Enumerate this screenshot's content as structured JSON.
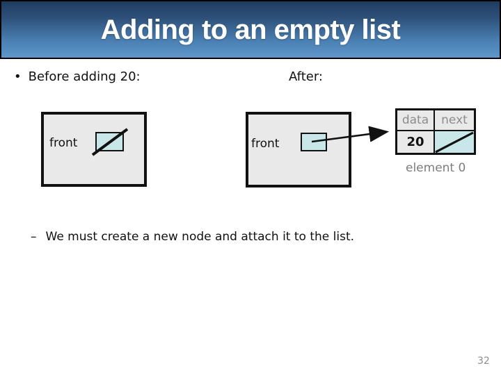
{
  "slide": {
    "title": "Adding to an empty list",
    "page_number": "32"
  },
  "content": {
    "bullet_glyph": "•",
    "before_label": "Before adding 20:",
    "after_label": "After:",
    "dash_glyph": "–",
    "sub_bullet": "We must create a new node and attach it to the list."
  },
  "before_diagram": {
    "front_label": "front"
  },
  "after_diagram": {
    "front_label": "front"
  },
  "node": {
    "header_data": "data",
    "header_next": "next",
    "data_value": "20",
    "caption": "element 0"
  },
  "colors": {
    "header_gradient_top": "#1e3c5f",
    "header_gradient_bottom": "#5e98cb",
    "box_fill": "#e9e9e9",
    "pointer_node_fill": "#c9e6e9",
    "muted_text": "#8c8c8c"
  }
}
